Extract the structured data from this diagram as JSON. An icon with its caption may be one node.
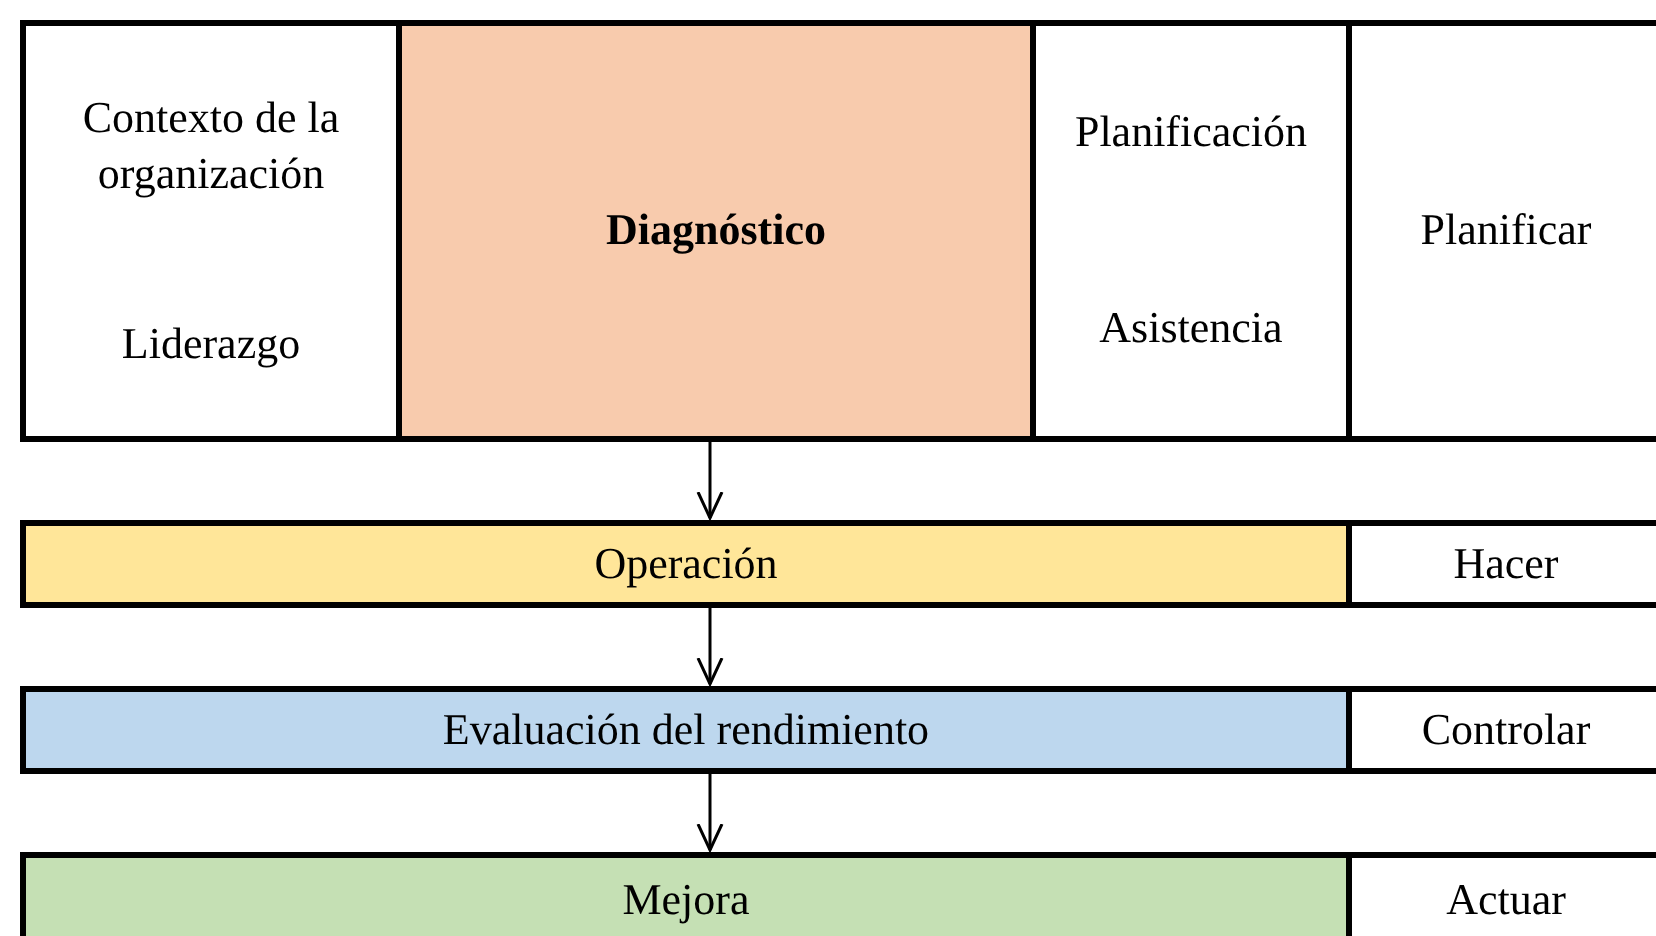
{
  "diagram": {
    "nodes": [
      {
        "text": [
          "Contexto de la organización",
          "Liderazgo"
        ]
      },
      {
        "text": [
          "Diagnóstico"
        ]
      },
      {
        "text": [
          "Planificación",
          "Asistencia"
        ]
      },
      {
        "text": [
          "Planificar"
        ]
      },
      {
        "text": [
          "Operación"
        ]
      },
      {
        "text": [
          "Hacer"
        ]
      },
      {
        "text": [
          "Evaluación del rendimiento"
        ]
      },
      {
        "text": [
          "Controlar"
        ]
      },
      {
        "text": [
          "Mejora"
        ]
      },
      {
        "text": [
          "Actuar"
        ]
      }
    ],
    "edges": [
      {
        "from": 1,
        "to": 4,
        "arrow": "to"
      },
      {
        "from": 4,
        "to": 6,
        "arrow": "to"
      },
      {
        "from": 6,
        "to": 8,
        "arrow": "to"
      }
    ]
  }
}
